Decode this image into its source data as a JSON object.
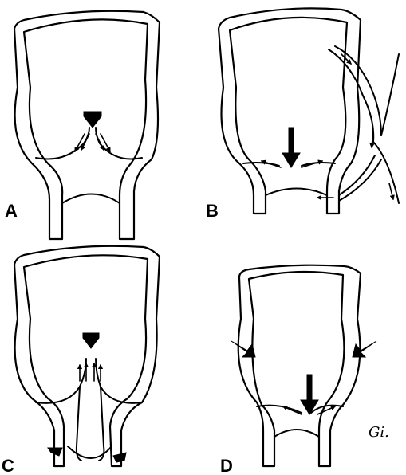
{
  "panels": [
    {
      "label": "A"
    },
    {
      "label": "B"
    },
    {
      "label": "C"
    },
    {
      "label": "D"
    }
  ],
  "signature": "Gi."
}
